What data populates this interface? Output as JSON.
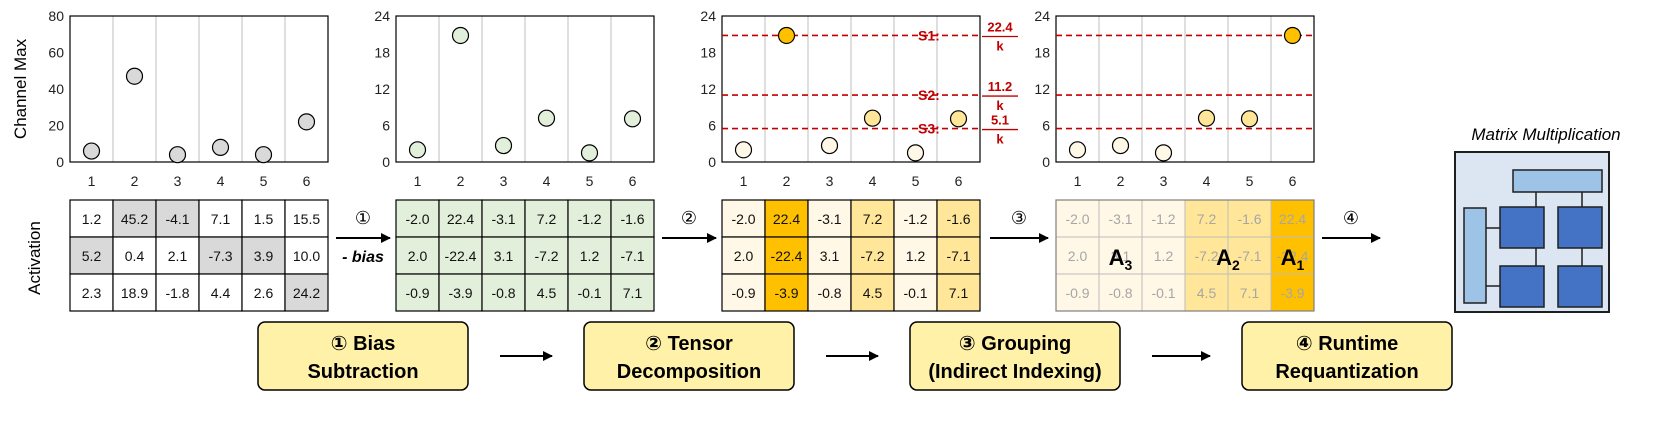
{
  "plots": [
    {
      "id": "p1",
      "ylabel": "Channel Max",
      "yticks": [
        "0",
        "20",
        "40",
        "60",
        "80"
      ],
      "ymax": 80,
      "categories": [
        "1",
        "2",
        "3",
        "4",
        "5",
        "6"
      ],
      "points": [
        {
          "x": "1",
          "y": 6,
          "color": "gray"
        },
        {
          "x": "2",
          "y": 47,
          "color": "gray"
        },
        {
          "x": "3",
          "y": 4,
          "color": "gray"
        },
        {
          "x": "4",
          "y": 8,
          "color": "gray"
        },
        {
          "x": "5",
          "y": 4,
          "color": "gray"
        },
        {
          "x": "6",
          "y": 22,
          "color": "gray"
        }
      ]
    },
    {
      "id": "p2",
      "yticks": [
        "0",
        "6",
        "12",
        "18",
        "24"
      ],
      "ymax": 24,
      "categories": [
        "1",
        "2",
        "3",
        "4",
        "5",
        "6"
      ],
      "points": [
        {
          "x": "1",
          "y": 2.0,
          "color": "green"
        },
        {
          "x": "2",
          "y": 20.8,
          "color": "green"
        },
        {
          "x": "3",
          "y": 2.7,
          "color": "green"
        },
        {
          "x": "4",
          "y": 7.2,
          "color": "green"
        },
        {
          "x": "5",
          "y": 1.5,
          "color": "green"
        },
        {
          "x": "6",
          "y": 7.1,
          "color": "green"
        }
      ]
    },
    {
      "id": "p3",
      "yticks": [
        "0",
        "6",
        "12",
        "18",
        "24"
      ],
      "ymax": 24,
      "categories": [
        "1",
        "2",
        "3",
        "4",
        "5",
        "6"
      ],
      "thresholds": [
        {
          "y": 20.8,
          "label": "S1:",
          "num": "22.4",
          "den": "k"
        },
        {
          "y": 11.0,
          "label": "S2:",
          "num": "11.2",
          "den": "k"
        },
        {
          "y": 5.5,
          "label": "S3:",
          "num": "5.1",
          "den": "k"
        }
      ],
      "points": [
        {
          "x": "1",
          "y": 2.0,
          "color": "light"
        },
        {
          "x": "2",
          "y": 20.8,
          "color": "orange"
        },
        {
          "x": "3",
          "y": 2.7,
          "color": "light"
        },
        {
          "x": "4",
          "y": 7.2,
          "color": "mid"
        },
        {
          "x": "5",
          "y": 1.5,
          "color": "light"
        },
        {
          "x": "6",
          "y": 7.1,
          "color": "mid"
        }
      ]
    },
    {
      "id": "p4",
      "yticks": [
        "0",
        "6",
        "12",
        "18",
        "24"
      ],
      "ymax": 24,
      "categories": [
        "1",
        "2",
        "3",
        "4",
        "5",
        "6"
      ],
      "thresholds": [
        {
          "y": 20.8
        },
        {
          "y": 11.0
        },
        {
          "y": 5.5
        }
      ],
      "points": [
        {
          "x": "1",
          "y": 2.0,
          "color": "light"
        },
        {
          "x": "2",
          "y": 2.7,
          "color": "light"
        },
        {
          "x": "3",
          "y": 1.5,
          "color": "light"
        },
        {
          "x": "4",
          "y": 7.2,
          "color": "mid"
        },
        {
          "x": "5",
          "y": 7.1,
          "color": "mid"
        },
        {
          "x": "6",
          "y": 20.8,
          "color": "orange"
        }
      ]
    }
  ],
  "activation_label": "Activation",
  "matrices": [
    {
      "id": "m1",
      "rows": [
        [
          "1.2",
          "45.2",
          "-4.1",
          "7.1",
          "1.5",
          "15.5"
        ],
        [
          "5.2",
          "0.4",
          "2.1",
          "-7.3",
          "3.9",
          "10.0"
        ],
        [
          "2.3",
          "18.9",
          "-1.8",
          "4.4",
          "2.6",
          "24.2"
        ]
      ],
      "shade": [
        [
          "w",
          "g",
          "g",
          "w",
          "w",
          "w"
        ],
        [
          "g",
          "w",
          "w",
          "g",
          "g",
          "w"
        ],
        [
          "w",
          "w",
          "w",
          "w",
          "w",
          "g"
        ]
      ]
    },
    {
      "id": "m2",
      "rows": [
        [
          "-2.0",
          "22.4",
          "-3.1",
          "7.2",
          "-1.2",
          "-1.6"
        ],
        [
          "2.0",
          "-22.4",
          "3.1",
          "-7.2",
          "1.2",
          "-7.1"
        ],
        [
          "-0.9",
          "-3.9",
          "-0.8",
          "4.5",
          "-0.1",
          "7.1"
        ]
      ],
      "col_shade": [
        "green",
        "green",
        "green",
        "green",
        "green",
        "green"
      ]
    },
    {
      "id": "m3",
      "rows": [
        [
          "-2.0",
          "22.4",
          "-3.1",
          "7.2",
          "-1.2",
          "-1.6"
        ],
        [
          "2.0",
          "-22.4",
          "3.1",
          "-7.2",
          "1.2",
          "-7.1"
        ],
        [
          "-0.9",
          "-3.9",
          "-0.8",
          "4.5",
          "-0.1",
          "7.1"
        ]
      ],
      "col_shade": [
        "light",
        "orange",
        "light",
        "mid",
        "light",
        "mid"
      ]
    },
    {
      "id": "m4",
      "rows": [
        [
          "-2.0",
          "-3.1",
          "-1.2",
          "7.2",
          "-1.6",
          "22.4"
        ],
        [
          "2.0",
          "3.1",
          "1.2",
          "-7.2",
          "-7.1",
          "-22.4"
        ],
        [
          "-0.9",
          "-0.8",
          "-0.1",
          "4.5",
          "7.1",
          "-3.9"
        ]
      ],
      "col_shade": [
        "light",
        "light",
        "light",
        "mid",
        "mid",
        "orange"
      ],
      "groups": [
        {
          "base": "A",
          "sub": "3"
        },
        {
          "base": "A",
          "sub": "2"
        },
        {
          "base": "A",
          "sub": "1"
        }
      ]
    }
  ],
  "arrows": [
    {
      "num": "①",
      "label": "- bias"
    },
    {
      "num": "②"
    },
    {
      "num": "③"
    },
    {
      "num": "④"
    }
  ],
  "matmul_title": "Matrix Multiplication",
  "steps": [
    {
      "num": "①",
      "line1": "Bias",
      "line2": "Subtraction"
    },
    {
      "num": "②",
      "line1": "Tensor",
      "line2": "Decomposition"
    },
    {
      "num": "③",
      "line1": "Grouping",
      "line2": "(Indirect Indexing)"
    },
    {
      "num": "④",
      "line1": "Runtime",
      "line2": "Requantization"
    }
  ],
  "colors": {
    "gray_cell": "#d9d9d9",
    "gray_point": "#d9d9d9",
    "green_cell": "#e2efda",
    "green_point": "#e2efda",
    "light_cell": "#fff8e6",
    "mid_cell": "#ffe699",
    "orange_cell": "#ffc000",
    "threshold": "#c00000",
    "step_box": "#fff2a8",
    "matmul_bg": "#dce6f2",
    "matmul_block": "#4472c4",
    "matmul_light": "#9dc3e6"
  }
}
